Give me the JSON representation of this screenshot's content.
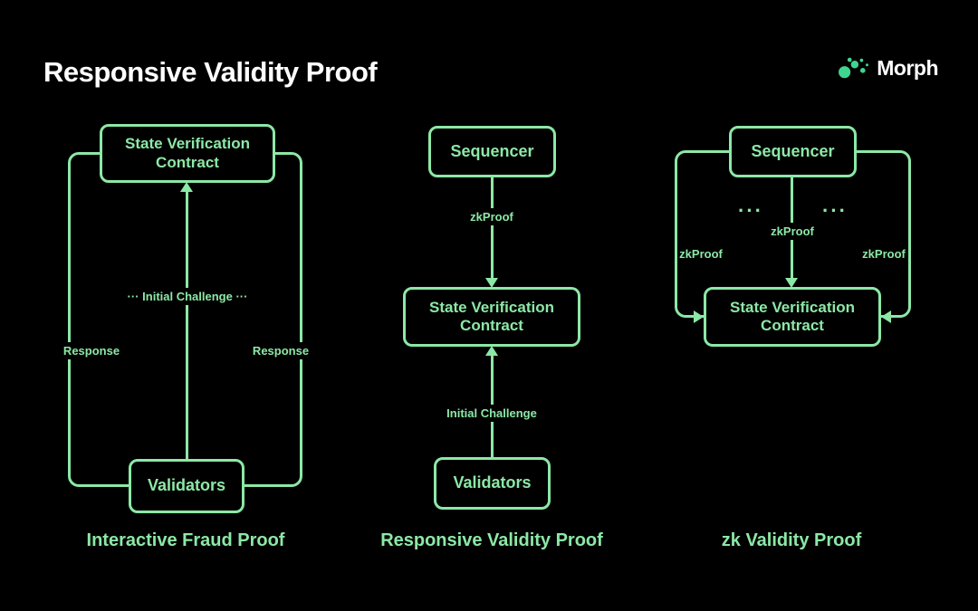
{
  "page": {
    "title": "Responsive Validity Proof"
  },
  "logo": {
    "brand": "Morph"
  },
  "colors": {
    "green": "#8ce8a6",
    "logo-green": "#3fd68f",
    "background": "#000000",
    "title": "#ffffff"
  },
  "diagram1": {
    "caption": "Interactive Fraud Proof",
    "top_box": "State Verification Contract",
    "bottom_box": "Validators",
    "center_label": "··· Initial Challenge ···",
    "left_label": "Response",
    "right_label": "Response"
  },
  "diagram2": {
    "caption": "Responsive Validity Proof",
    "top_box": "Sequencer",
    "middle_box": "State Verification Contract",
    "bottom_box": "Validators",
    "top_arrow_label": "zkProof",
    "bottom_arrow_label": "Initial Challenge"
  },
  "diagram3": {
    "caption": "zk Validity Proof",
    "top_box": "Sequencer",
    "middle_box": "State Verification Contract",
    "center_arrow_label": "zkProof",
    "left_arrow_label": "zkProof",
    "right_arrow_label": "zkProof",
    "dots_left": "···",
    "dots_right": "···"
  }
}
